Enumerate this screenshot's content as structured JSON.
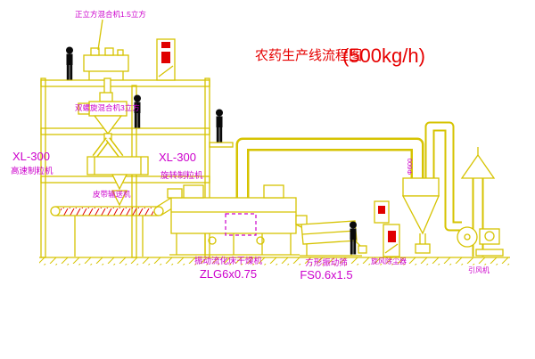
{
  "title": {
    "text": "农药生产线流程图",
    "capacity": "(500kg/h)"
  },
  "equipment_labels": {
    "cube_mixer": "正立方混合机1.5立方",
    "screw_mixer": "双螺旋混合机3立方",
    "granulator_a_model": "XL-300",
    "granulator_a_name": "高速制粒机",
    "granulator_b_model": "XL-300",
    "granulator_b_name": "旋转制粒机",
    "belt_conveyor": "皮带输送机",
    "dryer_name": "振动流化床干燥机",
    "dryer_model": "ZLG6x0.75",
    "screen_name": "方形振动筛",
    "screen_model": "FS0.6x1.5",
    "cyclone_name": "旋风除尘器",
    "fan_name": "引风机",
    "duct_diameter": "Φ600"
  },
  "colors": {
    "line": "#d6c300",
    "label": "#cc00cc",
    "title": "#e60000",
    "accent_red": "#e00000",
    "figure": "#0a0a0a",
    "background": "#ffffff"
  }
}
